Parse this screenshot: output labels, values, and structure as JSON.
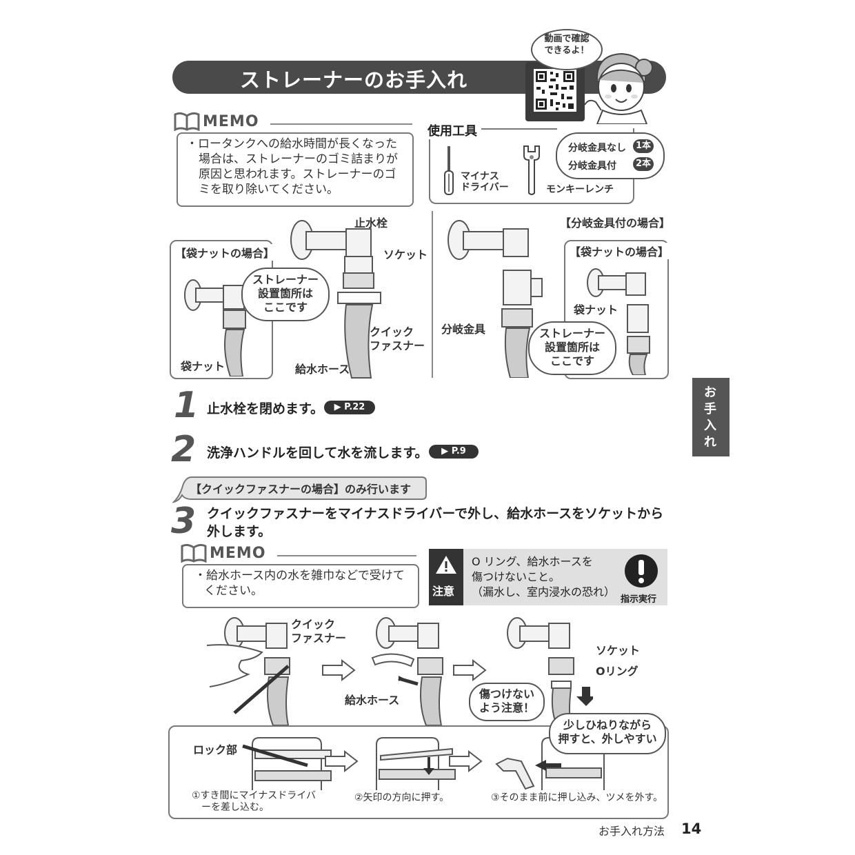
{
  "title": "ストレーナーのお手入れ",
  "video_bubble": [
    "動画で確認",
    "できるよ！"
  ],
  "memo_label": "MEMO",
  "memo1": [
    "・ロータンクへの給水時間が長くなった",
    "場合は、ストレーナーのゴミ詰まりが",
    "原因と思われます。ストレーナーのゴ",
    "ミを取り除いてください。"
  ],
  "tools": {
    "heading": "使用工具",
    "screwdriver": [
      "マイナス",
      "ドライバー"
    ],
    "wrench": "モンキーレンチ",
    "no_branch": "分岐金具なし",
    "no_branch_count": "1本",
    "with_branch": "分岐金具付",
    "with_branch_count": "2本"
  },
  "diagram_left": {
    "stop_valve": "止水栓",
    "socket": "ソケット",
    "nut_case": "【袋ナットの場合】",
    "strainer_bubble": [
      "ストレーナー",
      "設置箇所は",
      "ここです"
    ],
    "quick_fastener": [
      "クイック",
      "ファスナー"
    ],
    "supply_hose": "給水ホース",
    "cap_nut": "袋ナット"
  },
  "diagram_right": {
    "branch_case": "【分岐金具付の場合】",
    "nut_case": "【袋ナットの場合】",
    "cap_nut": "袋ナット",
    "branch_fitting": "分岐金具",
    "strainer_bubble": [
      "ストレーナー",
      "設置箇所は",
      "ここです"
    ]
  },
  "steps": [
    {
      "num": "1",
      "text": "止水栓を閉めます。",
      "ref": "▶ P.22"
    },
    {
      "num": "2",
      "text": "洗浄ハンドルを回して水を流します。",
      "ref": "▶ P.9"
    },
    {
      "num": "3",
      "tag": "【クイックファスナーの場合】のみ行います",
      "text1": "クイックファスナーをマイナスドライバーで外し、給水ホースをソケットから",
      "text2": "外します。"
    }
  ],
  "memo2": [
    "・給水ホース内の水を雑巾などで受けて",
    "ください。"
  ],
  "caution": {
    "label": "注意",
    "lines": [
      "O リング、給水ホースを",
      "傷つけないこと。",
      "（漏水し、室内浸水の恐れ）"
    ],
    "instruction": "指示実行"
  },
  "bottom": {
    "quick_fastener": [
      "クイック",
      "ファスナー"
    ],
    "supply_hose": "給水ホース",
    "socket": "ソケット",
    "o_ring": "Oリング",
    "careful_bubble": [
      "傷つけない",
      "よう注意！"
    ],
    "twist_bubble": [
      "少しひねりながら",
      "押すと、外しやすい"
    ],
    "lock_part": "ロック部",
    "sub1": [
      "①すき間にマイナスドライバ",
      "ーを差し込む。"
    ],
    "sub2": "②矢印の方向に押す。",
    "sub3": "③そのまま前に押し込み、ツメを外す。"
  },
  "side_tab": [
    "お",
    "手",
    "入",
    "れ"
  ],
  "footer": {
    "section": "お手入れ方法",
    "page": "14"
  }
}
